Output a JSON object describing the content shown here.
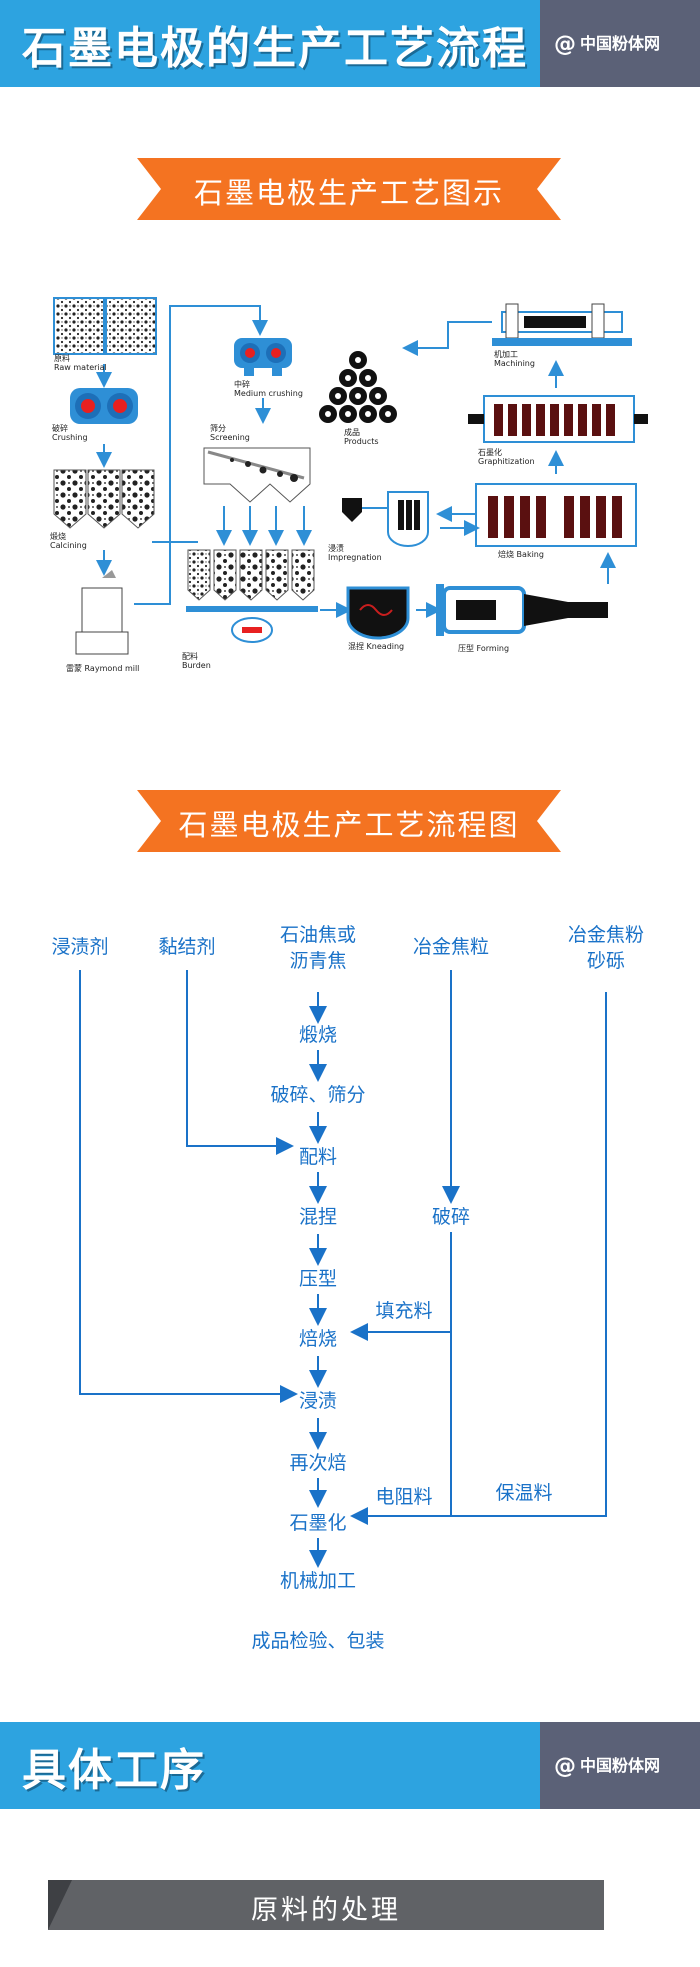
{
  "header": {
    "title": "石墨电极的生产工艺流程",
    "brand": "中国粉体网",
    "brand_icon": "at-sign-icon",
    "accent_color": "#2da3e0",
    "brand_bg": "#5b6177"
  },
  "section1": {
    "ribbon_title": "石墨电极生产工艺图示",
    "ribbon_color": "#f47321",
    "labels": {
      "raw_cn": "原料",
      "raw_en": "Raw material",
      "crushing_cn": "破碎",
      "crushing_en": "Crushing",
      "calcining_cn": "煅烧",
      "calcining_en": "Calcining",
      "raymond_cn": "雷蒙",
      "raymond_en": "Raymond mill",
      "medium_cn": "中碎",
      "medium_en": "Medium crushing",
      "screening_cn": "筛分",
      "screening_en": "Screening",
      "burden_cn": "配料",
      "burden_en": "Burden",
      "kneading_cn": "混捏",
      "kneading_en": "Kneading",
      "forming_cn": "压型",
      "forming_en": "Forming",
      "baking_cn": "焙烧",
      "baking_en": "Baking",
      "impregnation_cn": "浸渍",
      "impregnation_en": "Impregnation",
      "graphitization_cn": "石墨化",
      "graphitization_en": "Graphitization",
      "machining_cn": "机加工",
      "machining_en": "Machining",
      "products_cn": "成品",
      "products_en": "Products"
    }
  },
  "section2": {
    "ribbon_title": "石墨电极生产工艺流程图",
    "flow_color": "#1a72c8",
    "inputs": {
      "impregnant": "浸渍剂",
      "binder": "黏结剂",
      "coke_1": "石油焦或",
      "coke_2": "沥青焦",
      "met_coke": "冶金焦粒",
      "met_powder_1": "冶金焦粉",
      "met_powder_2": "砂砾"
    },
    "steps": {
      "calcine": "煅烧",
      "crush_screen": "破碎、筛分",
      "batching": "配料",
      "kneading": "混捏",
      "pressing": "压型",
      "baking": "焙烧",
      "impregnation": "浸渍",
      "rebake": "再次焙",
      "graphitize": "石墨化",
      "machining": "机械加工",
      "inspection": "成品检验、包装",
      "crush": "破碎"
    },
    "edge_labels": {
      "packing": "填充料",
      "resistor": "电阻料",
      "insulation": "保温料"
    }
  },
  "section3": {
    "banner_title": "具体工序",
    "brand": "中国粉体网",
    "sub_title": "原料的处理"
  }
}
